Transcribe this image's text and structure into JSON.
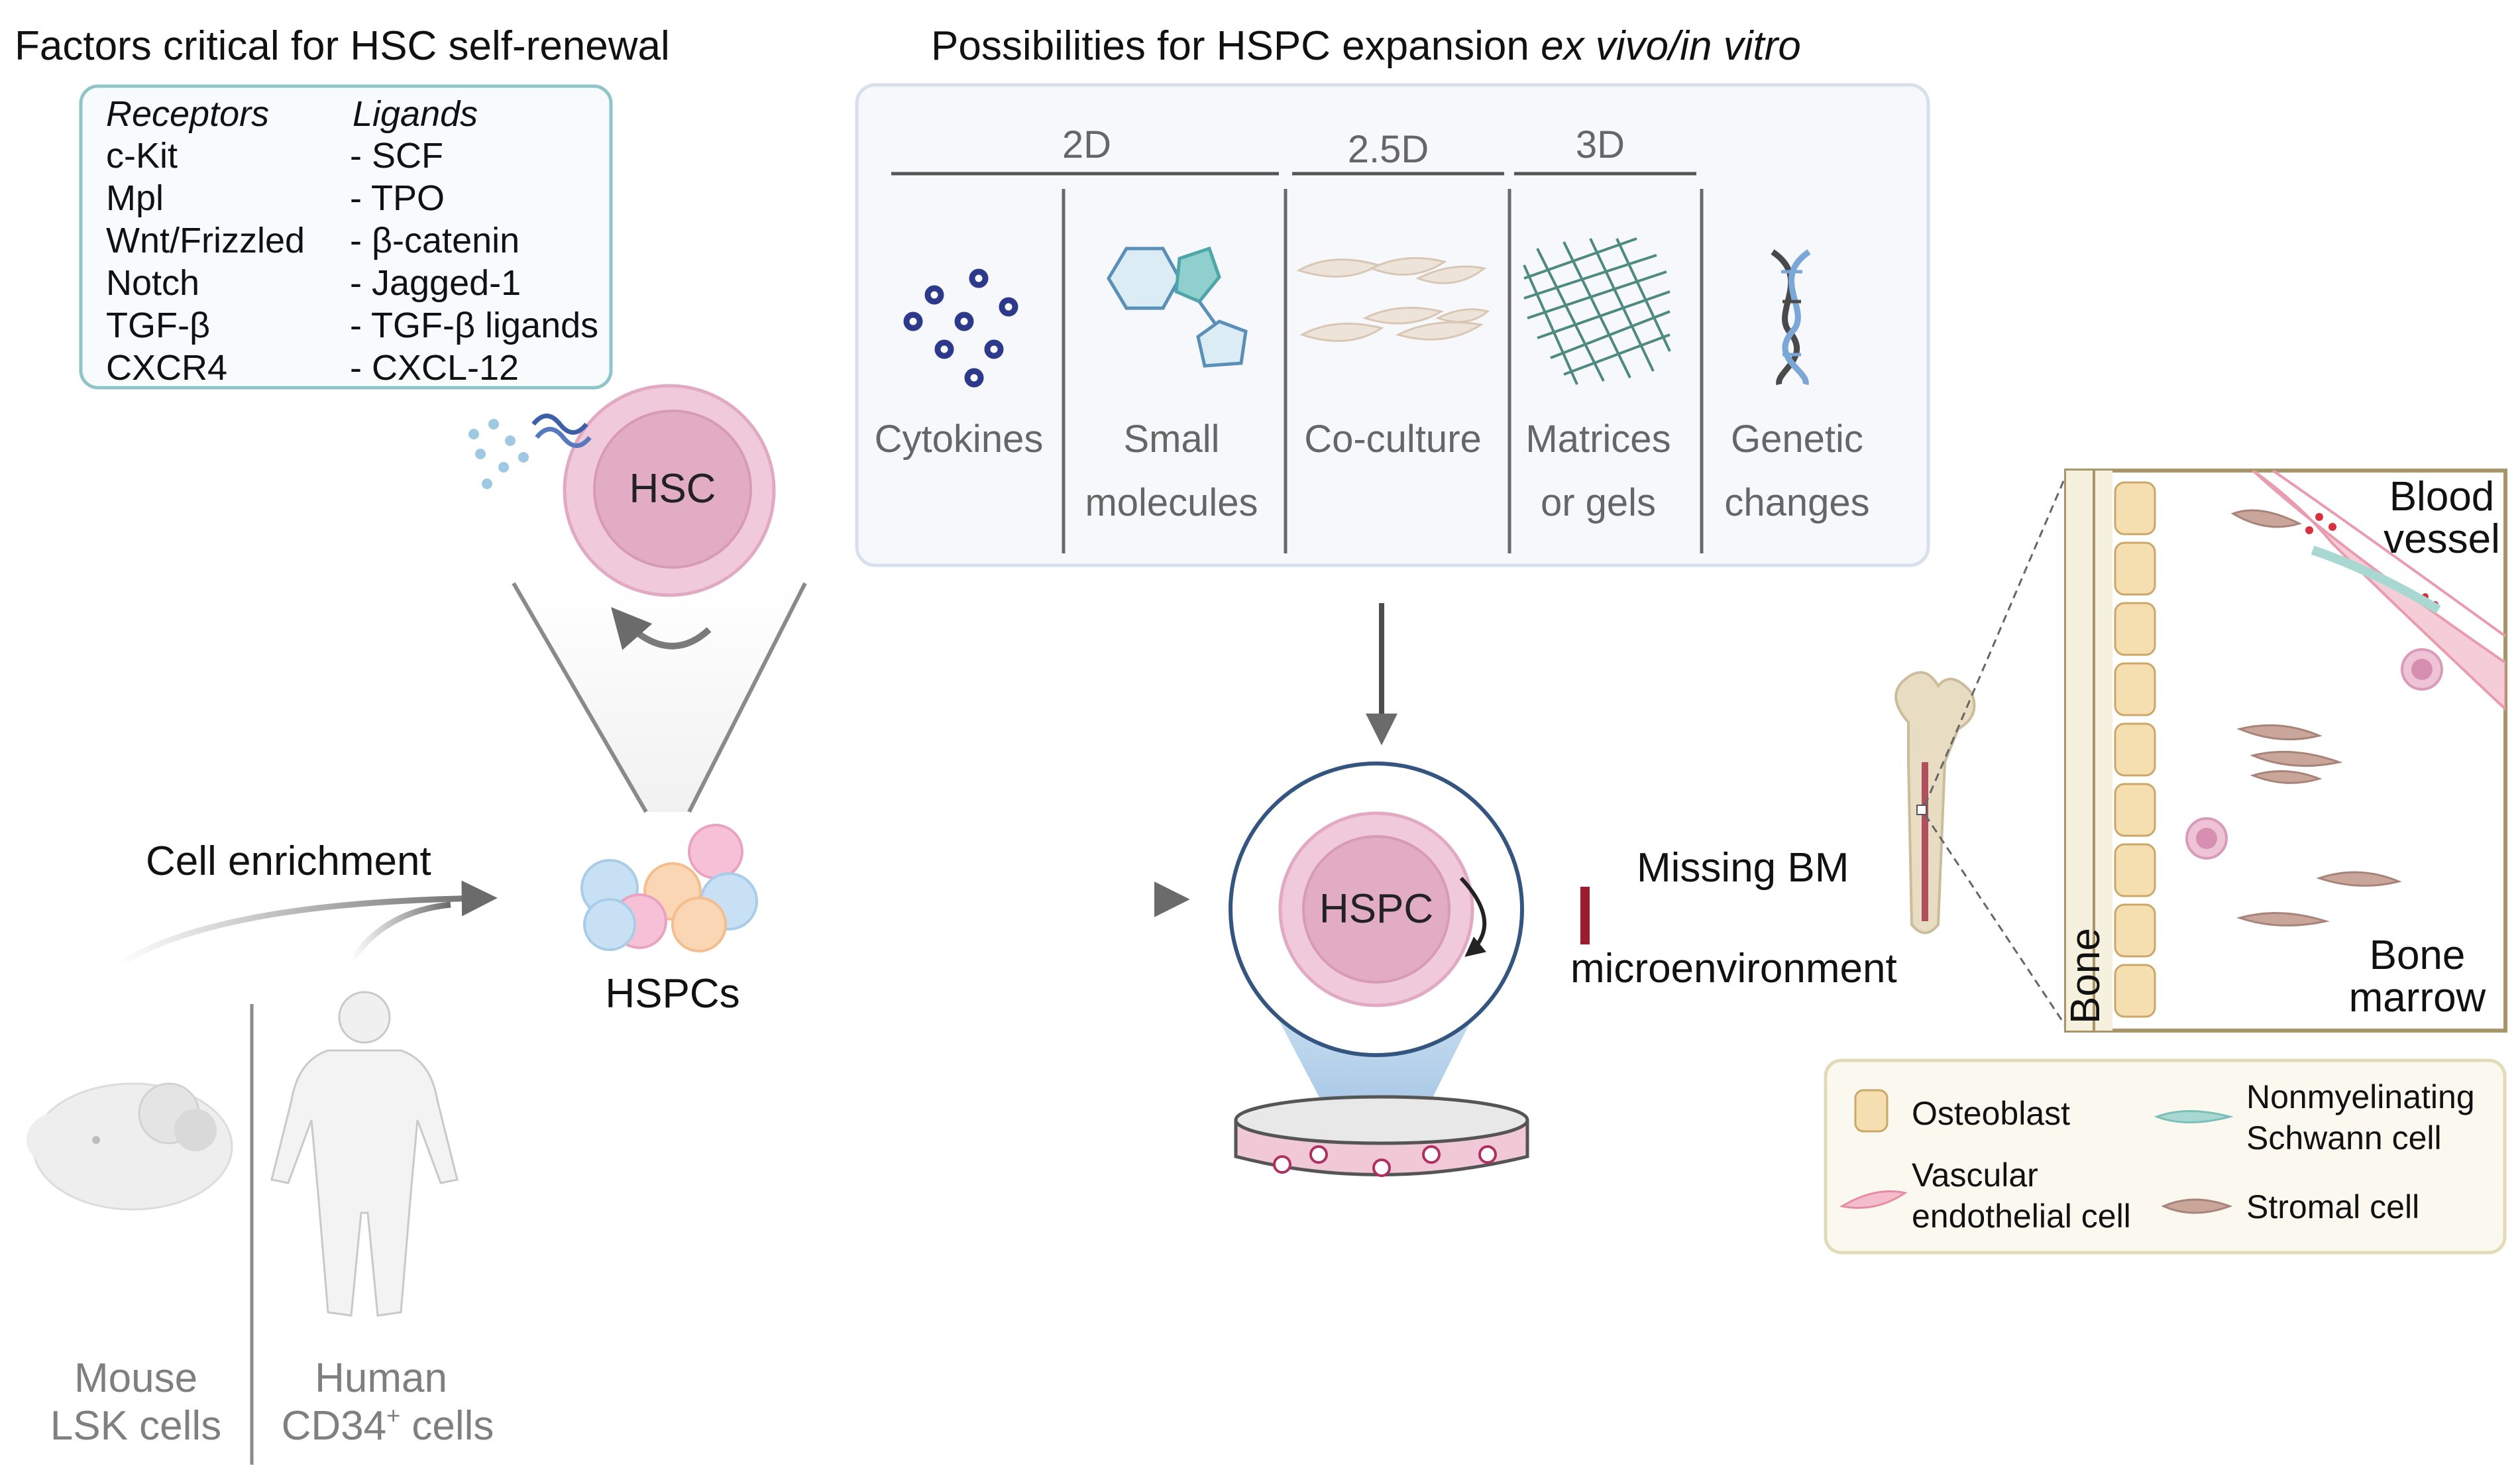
{
  "left": {
    "title": "Factors critical for HSC self-renewal",
    "table": {
      "receptors_header": "Receptors",
      "ligands_header": "Ligands",
      "rows": [
        {
          "receptor": "c-Kit",
          "ligand": "- SCF"
        },
        {
          "receptor": "Mpl",
          "ligand": "- TPO"
        },
        {
          "receptor": "Wnt/Frizzled",
          "ligand": "- β-catenin"
        },
        {
          "receptor": "Notch",
          "ligand": "- Jagged-1"
        },
        {
          "receptor": "TGF-β",
          "ligand": "- TGF-β ligands"
        },
        {
          "receptor": "CXCR4",
          "ligand": "- CXCL-12"
        }
      ]
    },
    "hsc_label": "HSC",
    "cell_enrichment": "Cell enrichment",
    "hspcs_label": "HSPCs",
    "mouse_label_1": "Mouse",
    "mouse_label_2": "LSK cells",
    "human_label_1": "Human",
    "human_label_2": "CD34",
    "human_label_sup": "+",
    "human_label_3": " cells"
  },
  "top": {
    "title_plain": "Possibilities for HSPC expansion ",
    "title_italic": "ex vivo/in vitro",
    "dims": [
      "2D",
      "2.5D",
      "3D"
    ],
    "methods": [
      {
        "line1": "Cytokines",
        "line2": ""
      },
      {
        "line1": "Small",
        "line2": "molecules"
      },
      {
        "line1": "Co-culture",
        "line2": ""
      },
      {
        "line1": "Matrices",
        "line2": "or gels"
      },
      {
        "line1": "Genetic",
        "line2": "changes"
      }
    ]
  },
  "center": {
    "hspc_label": "HSPC",
    "missing_1": "Missing BM",
    "missing_2": "microenvironment"
  },
  "right": {
    "blood_vessel_1": "Blood",
    "blood_vessel_2": "vessel",
    "bone_marrow_1": "Bone",
    "bone_marrow_2": "marrow",
    "bone_label": "Bone",
    "legend": {
      "osteoblast": "Osteoblast",
      "vascular_1": "Vascular",
      "vascular_2": "endothelial cell",
      "schwann_1": "Nonmyelinating",
      "schwann_2": "Schwann cell",
      "stromal": "Stromal cell"
    }
  },
  "colors": {
    "hsc_pink": "#e9bfd3",
    "hsc_pink_inner": "#dba8c1",
    "panel_bg": "#f6f8fb",
    "teal_box": "#8fc4c9",
    "dark_red": "#9e1b2a",
    "legend_bg": "#fbf9ef",
    "legend_border": "#e3dab8"
  }
}
